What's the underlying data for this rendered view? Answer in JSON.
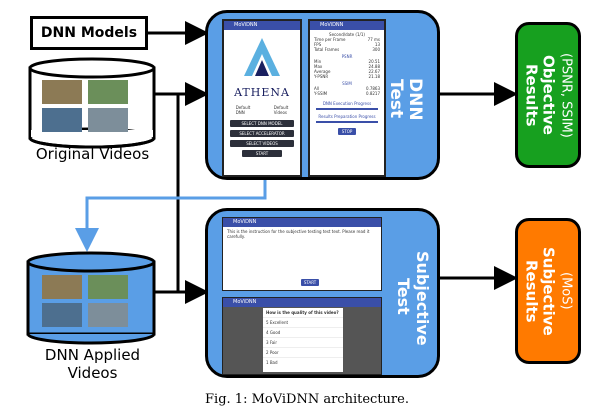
{
  "inputs": {
    "dnn_models": "DNN Models",
    "original_videos": "Original Videos",
    "dnn_applied_videos_line1": "DNN Applied",
    "dnn_applied_videos_line2": "Videos"
  },
  "panels": {
    "dnn_test_label": "DNN Test",
    "subjective_test_label_line1": "Subjective",
    "subjective_test_label_line2": "Test"
  },
  "results": {
    "objective_line1": "Objective",
    "objective_line2": "Results",
    "objective_metrics": "(PSNR, SSIM)",
    "subjective_line1": "Subjective",
    "subjective_line2": "Results",
    "subjective_metrics": "(MoS)"
  },
  "phone_app": {
    "app_name": "MoViDNN",
    "logo_text": "ATHENA",
    "default_dnn_label": "Default\nDNN",
    "default_videos_label": "Default\nVideos",
    "buttons": [
      "SELECT DNN MODEL",
      "SELECT ACCELERATOR",
      "SELECT VIDEOS",
      "START"
    ],
    "stats_title": "Second/date (1/1)",
    "stats": [
      {
        "k": "Time per Frame",
        "v": "77 ms"
      },
      {
        "k": "FPS",
        "v": "13"
      },
      {
        "k": "Total Frames",
        "v": "300"
      }
    ],
    "psnr_title": "PSNR",
    "psnr": [
      {
        "k": "Min",
        "v": "20.51"
      },
      {
        "k": "Max",
        "v": "24.88"
      },
      {
        "k": "Average",
        "v": "22.67"
      },
      {
        "k": "Y-PSNR",
        "v": "21.18"
      }
    ],
    "ssim_title": "SSIM",
    "ssim": [
      {
        "k": "All",
        "v": "0.7863"
      },
      {
        "k": "Y-SSIM",
        "v": "0.8217"
      }
    ],
    "progress_dnn": "DNN Execution Progress",
    "progress_results": "Results Preparation Progress",
    "stop": "STOP"
  },
  "subjective_app": {
    "intro": "This is the instruction for the subjective testing test text. Please read it carefully.",
    "start": "START",
    "question": "How is the quality of this video?",
    "options": [
      "5 Excellent",
      "4 Good",
      "3 Fair",
      "2 Poor",
      "1 Bad"
    ]
  },
  "caption": "Fig. 1: MoViDNN architecture.",
  "colors": {
    "panel_blue": "#5a9ee6",
    "objective_green": "#17a01f",
    "subjective_orange": "#ff7a00",
    "arrow_blue": "#5a9ee6"
  }
}
